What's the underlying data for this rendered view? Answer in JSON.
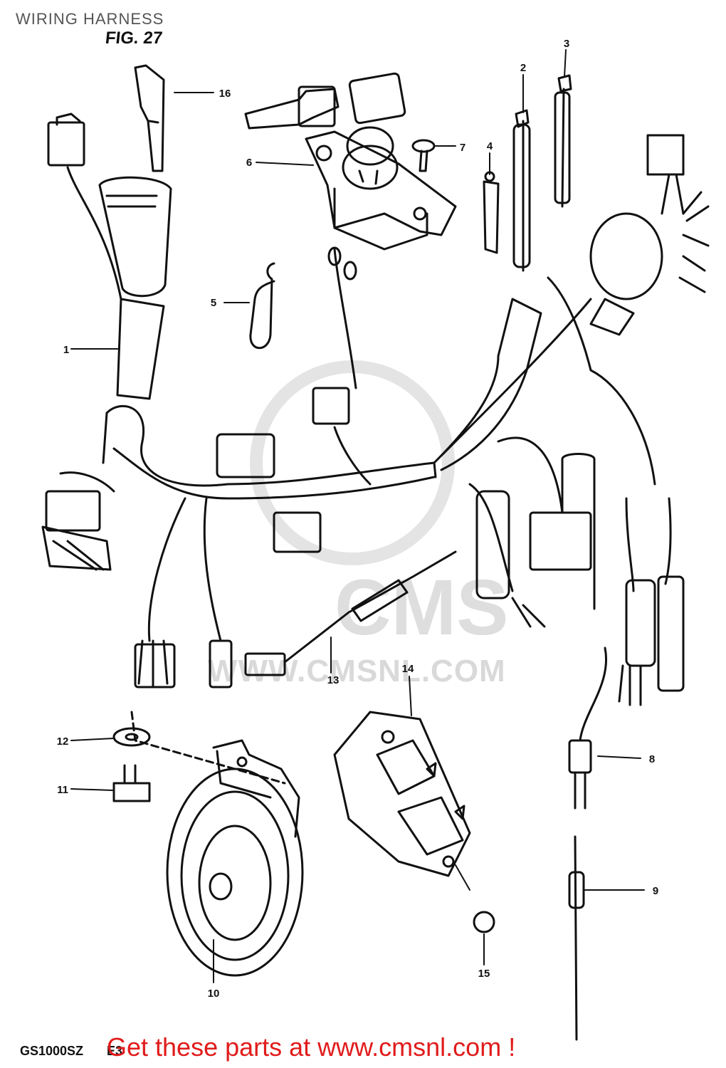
{
  "page": {
    "title": "WIRING HARNESS",
    "figure_label": "FIG. 27",
    "model_code": "GS1000SZ",
    "model_suffix": "E3",
    "footer_text": "Get these parts at www.cmsnl.com !"
  },
  "watermark": {
    "logo_text": "CMS",
    "url_text": "WWW.CMSNL.COM"
  },
  "colors": {
    "line": "#111111",
    "footer": "#e11b1b",
    "watermark": "#d9d9d9"
  },
  "callouts": [
    {
      "id": "1",
      "label": "1"
    },
    {
      "id": "2",
      "label": "2"
    },
    {
      "id": "3",
      "label": "3"
    },
    {
      "id": "4",
      "label": "4"
    },
    {
      "id": "5",
      "label": "5"
    },
    {
      "id": "6",
      "label": "6"
    },
    {
      "id": "7",
      "label": "7"
    },
    {
      "id": "8",
      "label": "8"
    },
    {
      "id": "9",
      "label": "9"
    },
    {
      "id": "10",
      "label": "10"
    },
    {
      "id": "11",
      "label": "11"
    },
    {
      "id": "12",
      "label": "12"
    },
    {
      "id": "13",
      "label": "13"
    },
    {
      "id": "14",
      "label": "14"
    },
    {
      "id": "15",
      "label": "15"
    },
    {
      "id": "16",
      "label": "16"
    }
  ]
}
